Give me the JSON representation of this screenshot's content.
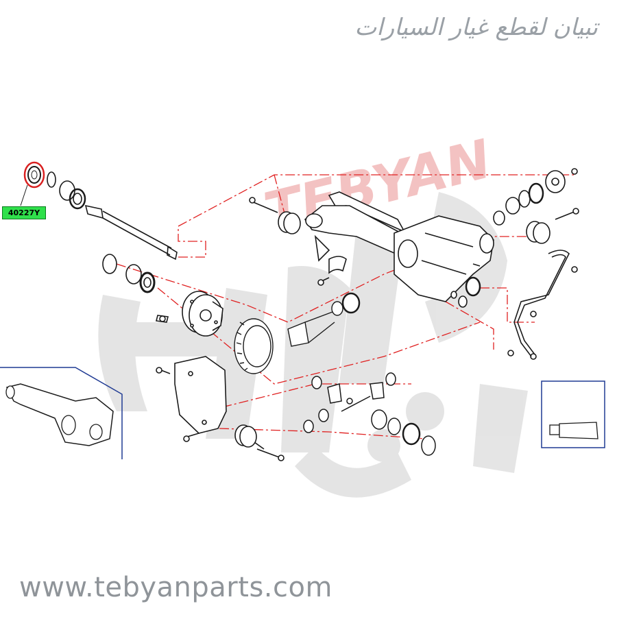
{
  "site": {
    "arabic_name": "تبيان لقطع غيار السيارات",
    "watermark_text": "TEBYAN",
    "url": "www.tebyanparts.com"
  },
  "callout": {
    "part_number": "40227Y"
  },
  "colors": {
    "background": "#ffffff",
    "line_art": "#1a1a1a",
    "leader_dash": "#e02020",
    "watermark": "#d9d9d9",
    "watermark_text": "#f2b8b8",
    "label_fill": "#2fe04b",
    "highlight_ring": "#d92020",
    "frame_blue": "#1f3a93"
  }
}
